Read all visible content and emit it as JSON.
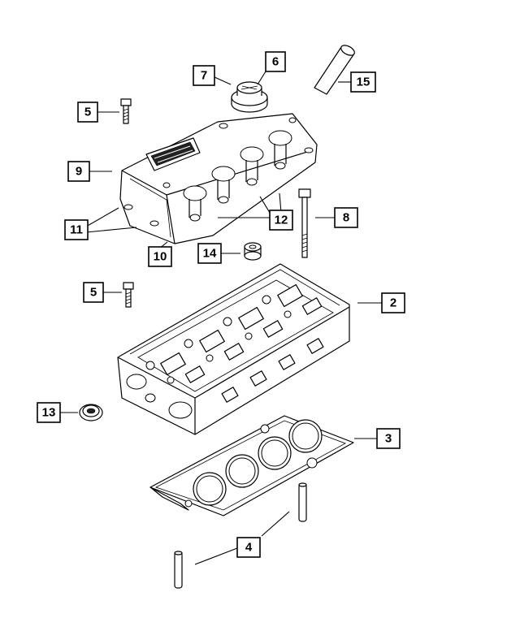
{
  "callouts": {
    "c2": "2",
    "c3": "3",
    "c4": "4",
    "c5a": "5",
    "c5b": "5",
    "c6": "6",
    "c7": "7",
    "c8": "8",
    "c9": "9",
    "c10": "10",
    "c11": "11",
    "c12": "12",
    "c13": "13",
    "c14": "14",
    "c15": "15"
  }
}
